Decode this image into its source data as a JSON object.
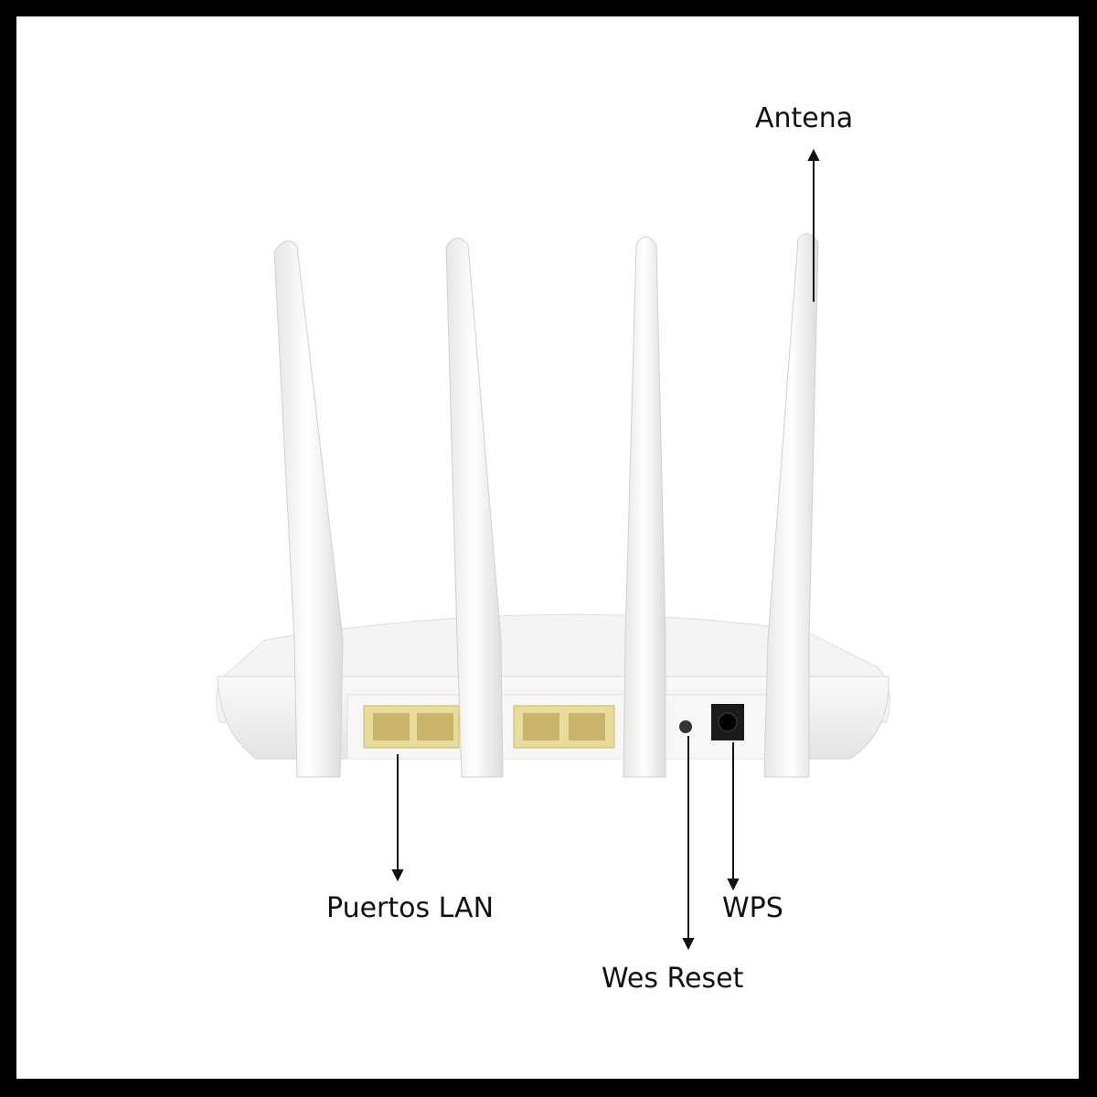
{
  "labels": {
    "antenna": "Antena",
    "lan_ports": "Puertos LAN",
    "wps": "WPS",
    "reset": "Wes Reset"
  },
  "colors": {
    "background": "#ffffff",
    "border": "#000000",
    "router_body": "#f2f2f2",
    "port": "#e8dc9a",
    "text": "#111111"
  }
}
